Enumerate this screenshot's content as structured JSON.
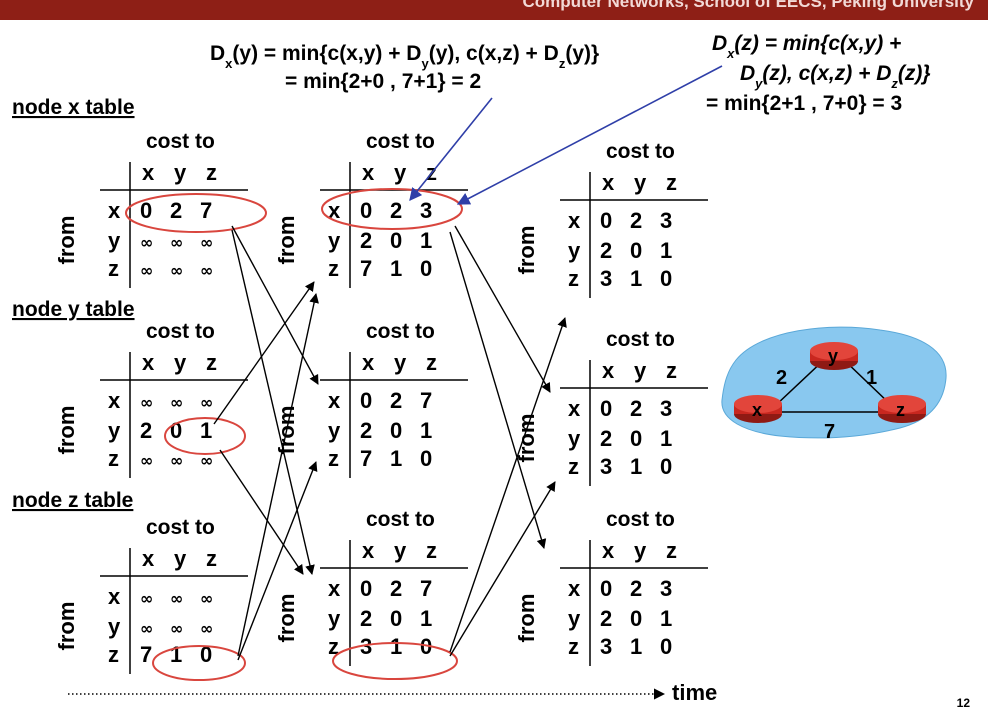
{
  "header": {
    "title": "Computer Networks, School of EECS, Peking University"
  },
  "page_number": "12",
  "section_labels": {
    "x": "node x table",
    "y": "node y table",
    "z": "node z table"
  },
  "table_labels": {
    "cost_to": "cost to",
    "from": "from",
    "nodes": [
      "x",
      "y",
      "z"
    ]
  },
  "formula_left": {
    "line1": [
      "D",
      "x",
      "(y) = min{c(x,y) + D",
      "y",
      "(y), c(x,z) + D",
      "z",
      "(y)}"
    ],
    "line2": "= min{2+0 , 7+1} = 2"
  },
  "formula_right": {
    "line1": [
      "D",
      "x",
      "(z) = min{",
      "c(x,y)",
      " +"
    ],
    "line2": [
      "D",
      "y",
      "(z), ",
      "c(x,z)",
      " + ",
      "D",
      "z",
      "(z)}"
    ],
    "line3": "= min{2+1 , 7+0} = 3"
  },
  "tables": [
    {
      "rows": [
        [
          "0",
          "2",
          "7"
        ],
        [
          "∞",
          "∞",
          "∞"
        ],
        [
          "∞",
          "∞",
          "∞"
        ]
      ]
    },
    {
      "rows": [
        [
          "∞",
          "∞",
          "∞"
        ],
        [
          "2",
          "0",
          "1"
        ],
        [
          "∞",
          "∞",
          "∞"
        ]
      ]
    },
    {
      "rows": [
        [
          "∞",
          "∞",
          "∞"
        ],
        [
          "∞",
          "∞",
          "∞"
        ],
        [
          "7",
          "1",
          "0"
        ]
      ]
    },
    {
      "rows": [
        [
          "0",
          "2",
          "3"
        ],
        [
          "2",
          "0",
          "1"
        ],
        [
          "7",
          "1",
          "0"
        ]
      ]
    },
    {
      "rows": [
        [
          "0",
          "2",
          "7"
        ],
        [
          "2",
          "0",
          "1"
        ],
        [
          "7",
          "1",
          "0"
        ]
      ]
    },
    {
      "rows": [
        [
          "0",
          "2",
          "7"
        ],
        [
          "2",
          "0",
          "1"
        ],
        [
          "3",
          "1",
          "0"
        ]
      ]
    },
    {
      "rows": [
        [
          "0",
          "2",
          "3"
        ],
        [
          "2",
          "0",
          "1"
        ],
        [
          "3",
          "1",
          "0"
        ]
      ]
    },
    {
      "rows": [
        [
          "0",
          "2",
          "3"
        ],
        [
          "2",
          "0",
          "1"
        ],
        [
          "3",
          "1",
          "0"
        ]
      ]
    },
    {
      "rows": [
        [
          "0",
          "2",
          "3"
        ],
        [
          "2",
          "0",
          "1"
        ],
        [
          "3",
          "1",
          "0"
        ]
      ]
    }
  ],
  "graph": {
    "nodes": [
      "x",
      "y",
      "z"
    ],
    "edges": [
      {
        "from": "x",
        "to": "y",
        "cost": "2"
      },
      {
        "from": "y",
        "to": "z",
        "cost": "1"
      },
      {
        "from": "x",
        "to": "z",
        "cost": "7"
      }
    ]
  },
  "time_label": "time",
  "colors": {
    "header_bg": "#8e1f16",
    "circle": "#d9463e",
    "pointer": "#2f3fa8",
    "cloud": "#89c8ef",
    "router": "#c8271f"
  }
}
